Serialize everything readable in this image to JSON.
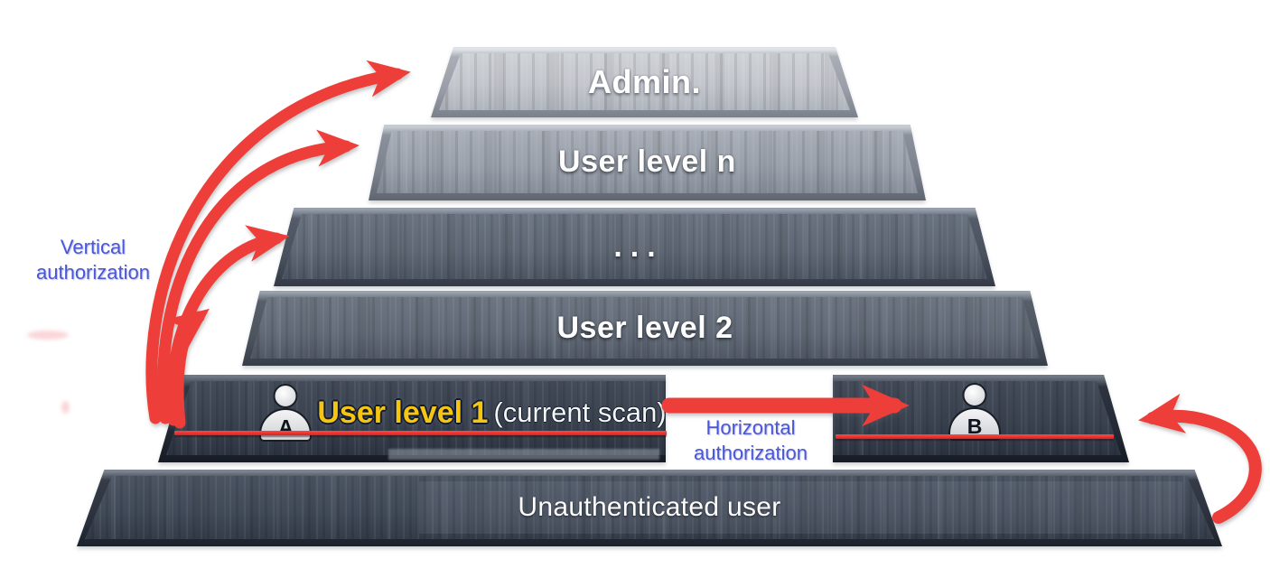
{
  "diagram": {
    "title_present": false,
    "tiers": [
      {
        "label": "Admin."
      },
      {
        "label": "User level n"
      },
      {
        "label": "..."
      },
      {
        "label": "User level 2"
      },
      {
        "highlight": "User level 1",
        "suffix": "(current scan)",
        "user_a": "A",
        "user_b": "B"
      },
      {
        "label": "Unauthenticated user"
      }
    ],
    "annotations": {
      "vertical": "Vertical\nauthorization",
      "horizontal": "Horizontal\nauthorization"
    },
    "colors": {
      "arrow_red": "#ee3e3a",
      "annotation_blue": "#4a57d8",
      "highlight_yellow": "#f6c513",
      "tier_admin_face": "#c3c6cc",
      "tier_leveln_face": "#9aa1ab",
      "tier_mid_face": "#5f6874",
      "tier_level1_face": "#3a4250",
      "tier_base_face": "#414a58"
    }
  }
}
